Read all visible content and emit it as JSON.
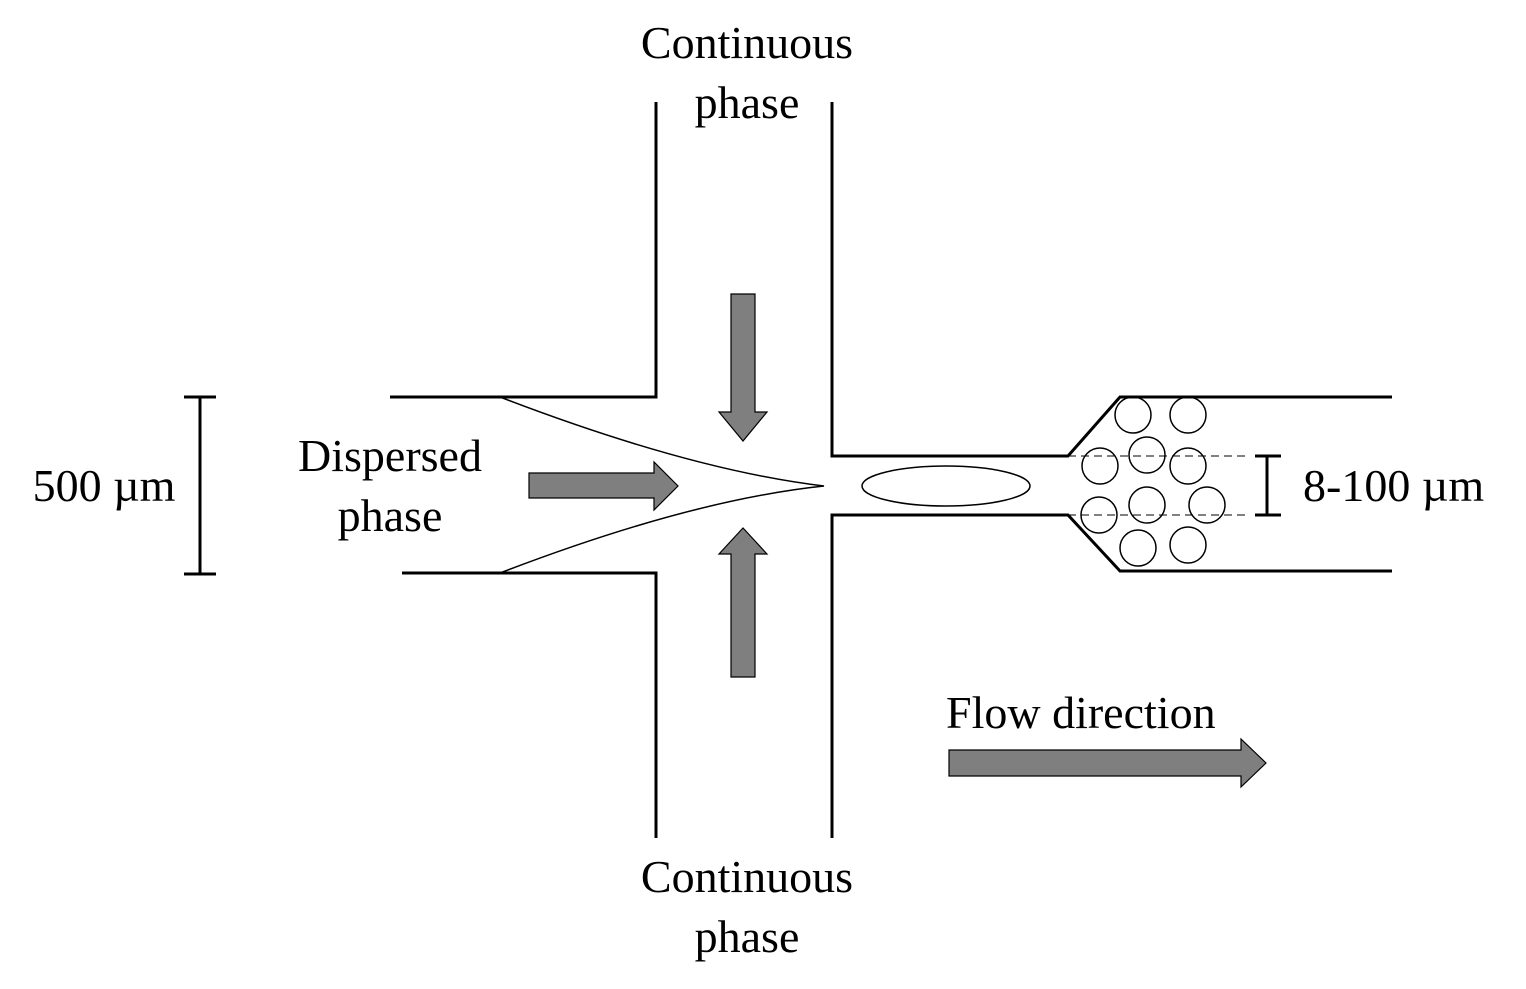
{
  "labels": {
    "continuous_top_line1": "Continuous",
    "continuous_top_line2": "phase",
    "continuous_bottom_line1": "Continuous",
    "continuous_bottom_line2": "phase",
    "dispersed_line1": "Dispersed",
    "dispersed_line2": "phase",
    "channel_width": "500 µm",
    "droplet_size": "8-100 µm",
    "flow_direction": "Flow direction"
  },
  "colors": {
    "line": "#000000",
    "arrow_fill": "#7f7f7f",
    "background": "#ffffff"
  }
}
